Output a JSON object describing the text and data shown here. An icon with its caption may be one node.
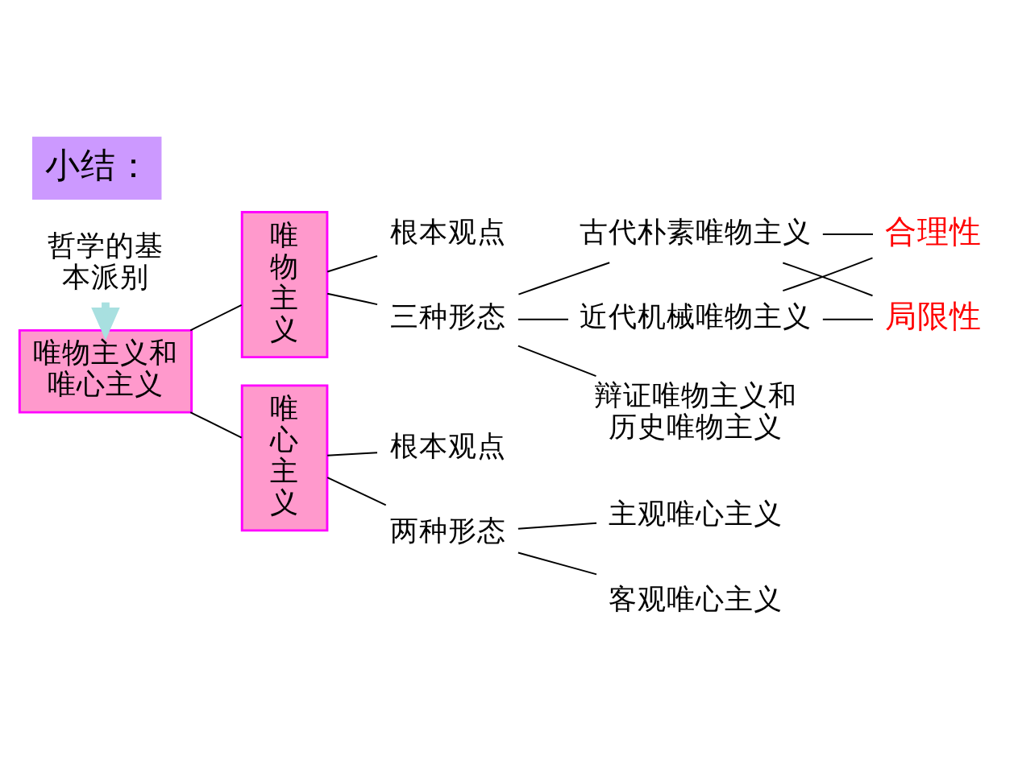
{
  "diagram": {
    "title": "小结：",
    "nodes": [
      {
        "text": [
          "唯物主义和唯心主义"
        ]
      },
      {
        "text": [
          "哲学的基本派别"
        ]
      },
      {
        "text": [
          "唯物主义"
        ]
      },
      {
        "text": [
          "根本观点"
        ]
      },
      {
        "text": [
          "三种形态"
        ]
      },
      {
        "text": [
          "古代朴素唯物主义"
        ]
      },
      {
        "text": [
          "近代机械唯物主义"
        ]
      },
      {
        "text": [
          "辩证唯物主义和历史唯物主义"
        ]
      },
      {
        "text": [
          "合理性"
        ]
      },
      {
        "text": [
          "局限性"
        ]
      },
      {
        "text": [
          "唯心主义"
        ]
      },
      {
        "text": [
          "根本观点"
        ]
      },
      {
        "text": [
          "两种形态"
        ]
      },
      {
        "text": [
          "主观唯心主义"
        ]
      },
      {
        "text": [
          "客观唯心主义"
        ]
      }
    ],
    "edges": [
      {
        "from": 1,
        "to": 0,
        "arrow": "to",
        "style": "thick",
        "color": "#a8e0e0"
      },
      {
        "from": 0,
        "to": 2,
        "arrow": "none"
      },
      {
        "from": 0,
        "to": 10,
        "arrow": "none"
      },
      {
        "from": 2,
        "to": 3,
        "arrow": "none"
      },
      {
        "from": 2,
        "to": 4,
        "arrow": "none"
      },
      {
        "from": 4,
        "to": 5,
        "arrow": "none"
      },
      {
        "from": 4,
        "to": 6,
        "arrow": "none"
      },
      {
        "from": 4,
        "to": 7,
        "arrow": "none"
      },
      {
        "from": 5,
        "to": 8,
        "arrow": "none"
      },
      {
        "from": 5,
        "to": 9,
        "arrow": "none"
      },
      {
        "from": 6,
        "to": 8,
        "arrow": "none"
      },
      {
        "from": 6,
        "to": 9,
        "arrow": "none"
      },
      {
        "from": 10,
        "to": 11,
        "arrow": "none"
      },
      {
        "from": 10,
        "to": 12,
        "arrow": "none"
      },
      {
        "from": 12,
        "to": 13,
        "arrow": "none"
      },
      {
        "from": 12,
        "to": 14,
        "arrow": "none"
      }
    ]
  }
}
